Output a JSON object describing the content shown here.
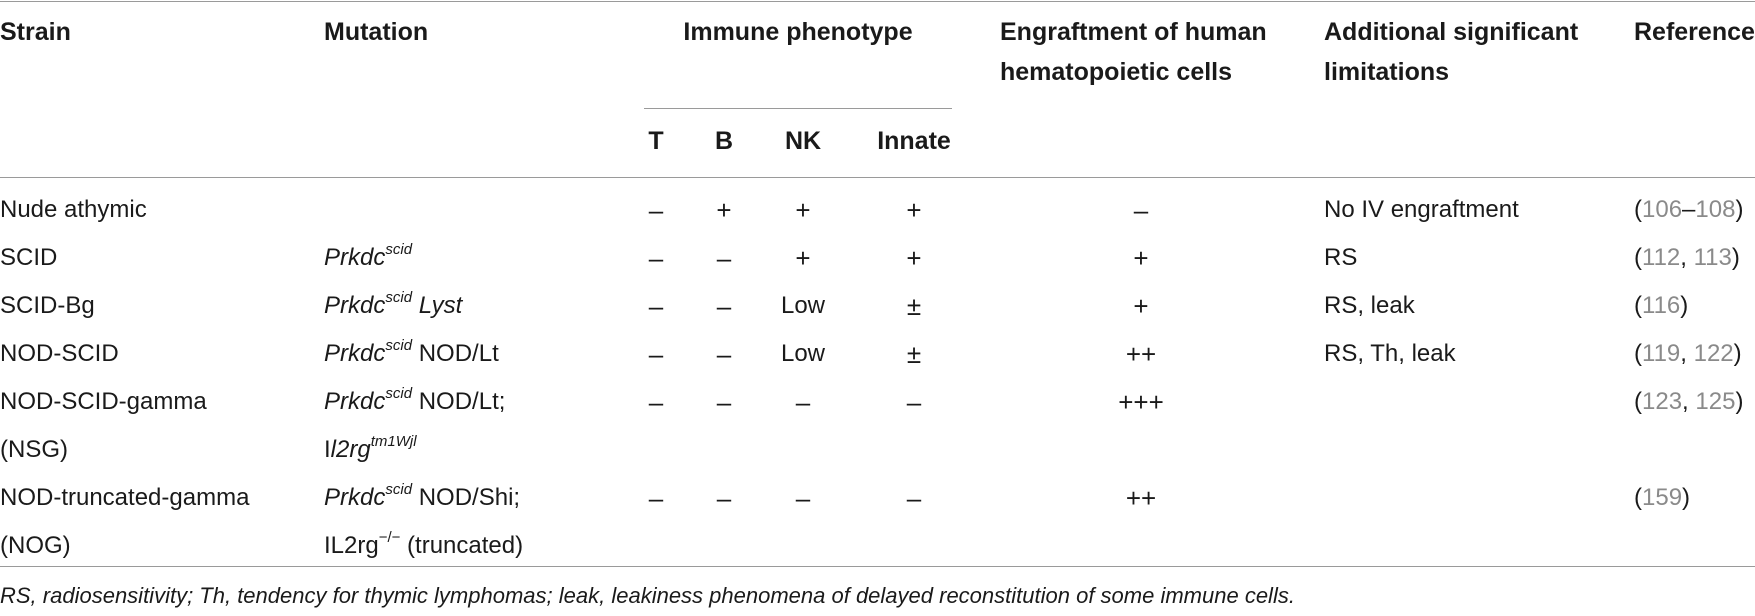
{
  "headers": {
    "strain": "Strain",
    "mutation": "Mutation",
    "immune_phenotype": "Immune phenotype",
    "engraftment_line1": "Engraftment of human",
    "engraftment_line2": "hematopoietic cells",
    "limitations_line1": "Additional significant",
    "limitations_line2": "limitations",
    "reference": "Reference",
    "t": "T",
    "b": "B",
    "nk": "NK",
    "innate": "Innate"
  },
  "rows": [
    {
      "strain_lines": [
        "Nude athymic"
      ],
      "mutation_lines": [
        []
      ],
      "t": "–",
      "b": "+",
      "nk": "+",
      "innate": "+",
      "engraftment": "–",
      "limitations": "No IV engraftment",
      "ref_open": "(",
      "ref_parts": [
        "106",
        "–",
        "108"
      ],
      "ref_close": ")"
    },
    {
      "strain_lines": [
        "SCID"
      ],
      "mutation_lines": [
        [
          {
            "text": "Prkdc",
            "style": "it"
          },
          {
            "text": "scid",
            "style": "it-sup"
          }
        ]
      ],
      "t": "–",
      "b": "–",
      "nk": "+",
      "innate": "+",
      "engraftment": "+",
      "limitations": "RS",
      "ref_open": "(",
      "ref_parts": [
        "112",
        ", ",
        "113"
      ],
      "ref_close": ")"
    },
    {
      "strain_lines": [
        "SCID-Bg"
      ],
      "mutation_lines": [
        [
          {
            "text": "Prkdc",
            "style": "it"
          },
          {
            "text": "scid",
            "style": "it-sup"
          },
          {
            "text": " Lyst",
            "style": "it"
          }
        ]
      ],
      "t": "–",
      "b": "–",
      "nk": "Low",
      "innate": "±",
      "engraftment": "+",
      "limitations": "RS, leak",
      "ref_open": "(",
      "ref_parts": [
        "116"
      ],
      "ref_close": ")"
    },
    {
      "strain_lines": [
        "NOD-SCID"
      ],
      "mutation_lines": [
        [
          {
            "text": "Prkdc",
            "style": "it"
          },
          {
            "text": "scid",
            "style": "it-sup"
          },
          {
            "text": " NOD/Lt",
            "style": "plain"
          }
        ]
      ],
      "t": "–",
      "b": "–",
      "nk": "Low",
      "innate": "±",
      "engraftment": "++",
      "limitations": "RS, Th, leak",
      "ref_open": "(",
      "ref_parts": [
        "119",
        ", ",
        "122"
      ],
      "ref_close": ")"
    },
    {
      "strain_lines": [
        "NOD-SCID-gamma",
        "(NSG)"
      ],
      "mutation_lines": [
        [
          {
            "text": "Prkdc",
            "style": "it"
          },
          {
            "text": "scid",
            "style": "it-sup"
          },
          {
            "text": " NOD/Lt;",
            "style": "plain"
          }
        ],
        [
          {
            "text": "I",
            "style": "plain"
          },
          {
            "text": "l2rg",
            "style": "it"
          },
          {
            "text": "tm1Wjl",
            "style": "it-sup"
          }
        ]
      ],
      "t": "–",
      "b": "–",
      "nk": "–",
      "innate": "–",
      "engraftment": "+++",
      "limitations": "",
      "ref_open": "(",
      "ref_parts": [
        "123",
        ", ",
        "125"
      ],
      "ref_close": ")"
    },
    {
      "strain_lines": [
        "NOD-truncated-gamma",
        "(NOG)"
      ],
      "mutation_lines": [
        [
          {
            "text": "Prkdc",
            "style": "it"
          },
          {
            "text": "scid",
            "style": "it-sup"
          },
          {
            "text": " NOD/Shi;",
            "style": "plain"
          }
        ],
        [
          {
            "text": "IL2rg",
            "style": "plain"
          },
          {
            "text": "−/−",
            "style": "sup"
          },
          {
            "text": " (truncated)",
            "style": "plain"
          }
        ]
      ],
      "t": "–",
      "b": "–",
      "nk": "–",
      "innate": "–",
      "engraftment": "++",
      "limitations": "",
      "ref_open": "(",
      "ref_parts": [
        "159"
      ],
      "ref_close": ")"
    }
  ],
  "footnote": "RS, radiosensitivity; Th, tendency for thymic lymphomas; leak, leakiness phenomena of delayed reconstitution of some immune cells."
}
